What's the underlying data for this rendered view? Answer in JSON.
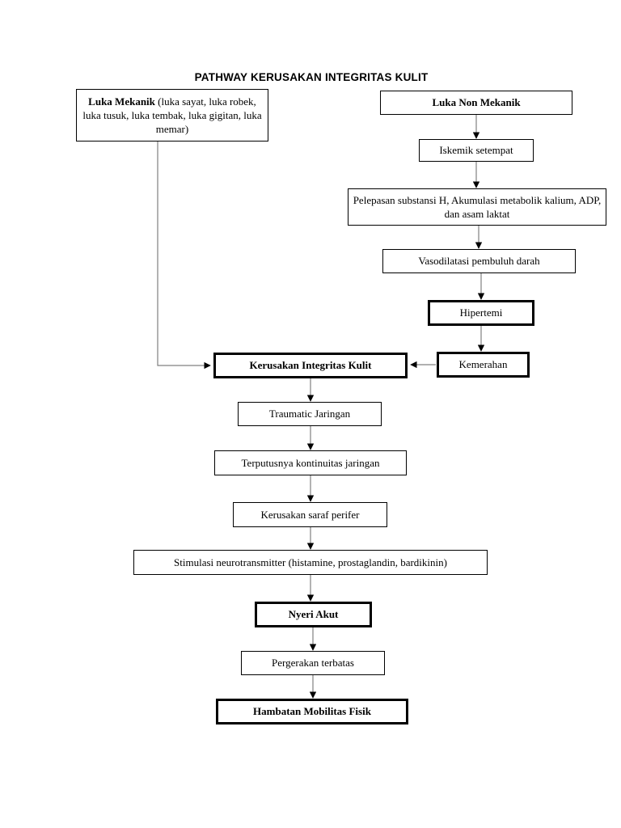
{
  "document": {
    "title": "PATHWAY KERUSAKAN INTEGRITAS KULIT",
    "language": "Indonesian",
    "type": "clinical-pathway-flowchart"
  },
  "nodes": {
    "luka_mekanik_lead": "Luka Mekanik",
    "luka_mekanik_rest": " (luka sayat, luka robek, luka tusuk, luka tembak, luka gigitan, luka memar)",
    "luka_non_mekanik": "Luka Non Mekanik",
    "iskemik_setempat": "Iskemik setempat",
    "pelepasan_substansi": "Pelepasan substansi H, Akumulasi metabolik kalium, ADP, dan asam laktat",
    "vasodilatasi": "Vasodilatasi pembuluh darah",
    "hipertemi": "Hipertemi",
    "kemerahan": "Kemerahan",
    "kerusakan_integritas_kulit": "Kerusakan Integritas Kulit",
    "traumatic_jaringan": "Traumatic Jaringan",
    "terputusnya_kontinuitas": "Terputusnya kontinuitas jaringan",
    "kerusakan_saraf_perifer": "Kerusakan saraf perifer",
    "stimulasi_neurotransmitter": "Stimulasi neurotransmitter (histamine, prostaglandin, bardikinin)",
    "nyeri_akut": "Nyeri Akut",
    "pergerakan_terbatas": "Pergerakan terbatas",
    "hambatan_mobilitas_fisik": "Hambatan Mobilitas Fisik"
  },
  "colors": {
    "background": "#ffffff",
    "text": "#000000",
    "box_border": "#000000",
    "connector_line": "#808080",
    "arrow_head": "#000000"
  },
  "flow_edges": [
    {
      "from": "luka_non_mekanik",
      "to": "iskemik_setempat"
    },
    {
      "from": "iskemik_setempat",
      "to": "pelepasan_substansi"
    },
    {
      "from": "pelepasan_substansi",
      "to": "vasodilatasi"
    },
    {
      "from": "vasodilatasi",
      "to": "hipertemi"
    },
    {
      "from": "hipertemi",
      "to": "kemerahan"
    },
    {
      "from": "kemerahan",
      "to": "kerusakan_integritas_kulit"
    },
    {
      "from": "luka_mekanik",
      "to": "kerusakan_integritas_kulit"
    },
    {
      "from": "kerusakan_integritas_kulit",
      "to": "traumatic_jaringan"
    },
    {
      "from": "traumatic_jaringan",
      "to": "terputusnya_kontinuitas"
    },
    {
      "from": "terputusnya_kontinuitas",
      "to": "kerusakan_saraf_perifer"
    },
    {
      "from": "kerusakan_saraf_perifer",
      "to": "stimulasi_neurotransmitter"
    },
    {
      "from": "stimulasi_neurotransmitter",
      "to": "nyeri_akut"
    },
    {
      "from": "nyeri_akut",
      "to": "pergerakan_terbatas"
    },
    {
      "from": "pergerakan_terbatas",
      "to": "hambatan_mobilitas_fisik"
    }
  ]
}
